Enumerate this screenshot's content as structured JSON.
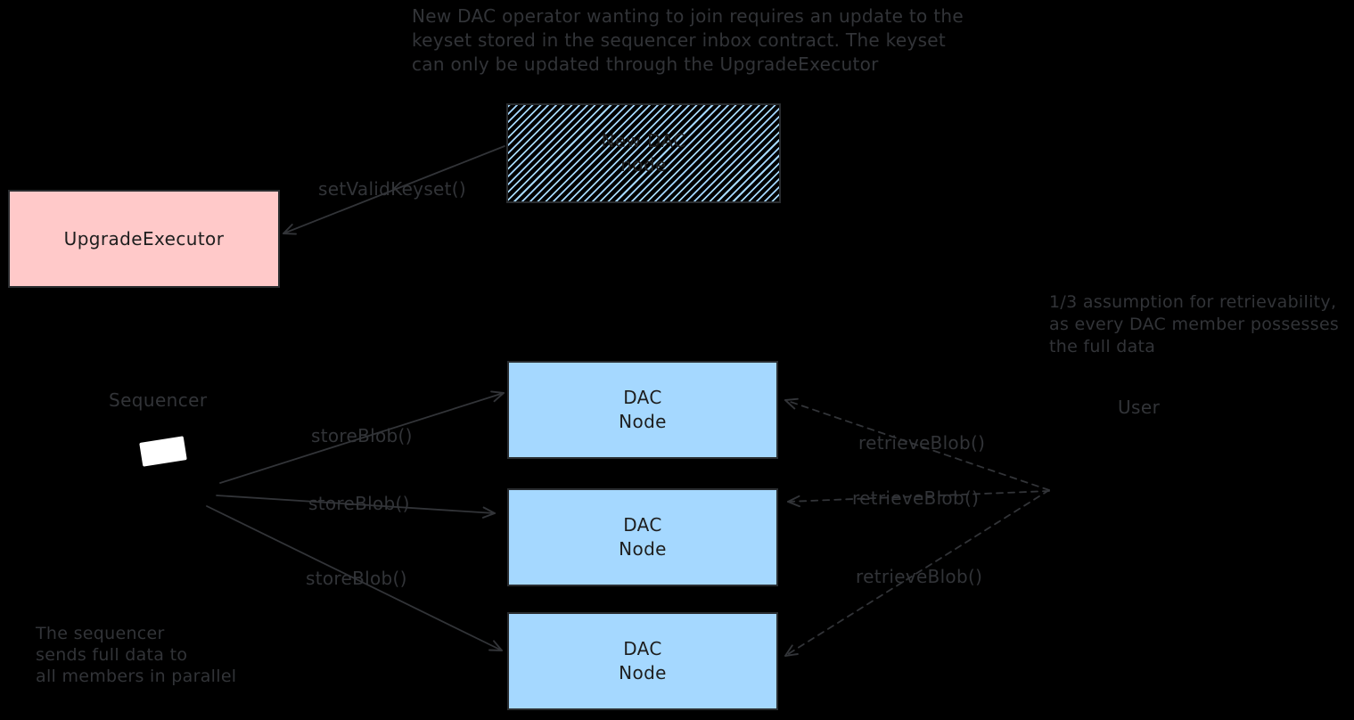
{
  "colors": {
    "background": "#000000",
    "dac_node_fill": "#a5d8ff",
    "upgrade_executor_fill": "#ffc9c9",
    "hatch_stripe": "#a5d8ff",
    "box_stroke": "#2a2d30",
    "box_text": "#1e1e1e",
    "annotation_gray": "#323438",
    "sequencer_icon": "#ffffff"
  },
  "notes": {
    "top": [
      "New DAC operator wanting to join requires an update to the",
      "keyset stored in the sequencer inbox contract. The keyset",
      "can only be updated through the UpgradeExecutor"
    ],
    "retrievability": [
      "1/3 assumption for retrievability,",
      "as every DAC member possesses",
      "the full data"
    ],
    "sequencer": [
      "The sequencer",
      "sends full data to",
      "all members in parallel"
    ]
  },
  "nodes": {
    "new_dac": {
      "line1": "New DAC",
      "line2": "node"
    },
    "upgrade_executor": {
      "label": "UpgradeExecutor"
    },
    "dac_nodes": [
      {
        "line1": "DAC",
        "line2": "Node"
      },
      {
        "line1": "DAC",
        "line2": "Node"
      },
      {
        "line1": "DAC",
        "line2": "Node"
      }
    ],
    "sequencer": {
      "label": "Sequencer"
    },
    "user": {
      "label": "User"
    }
  },
  "edges": {
    "set_valid_keyset": {
      "label": "setValidKeyset()"
    },
    "store_blob": [
      {
        "label": "storeBlob()"
      },
      {
        "label": "storeBlob()"
      },
      {
        "label": "storeBlob()"
      }
    ],
    "retrieve_blob": [
      {
        "label": "retrieveBlob()"
      },
      {
        "label": "retrieveBlob()"
      },
      {
        "label": "retrieveBlob()"
      }
    ]
  }
}
